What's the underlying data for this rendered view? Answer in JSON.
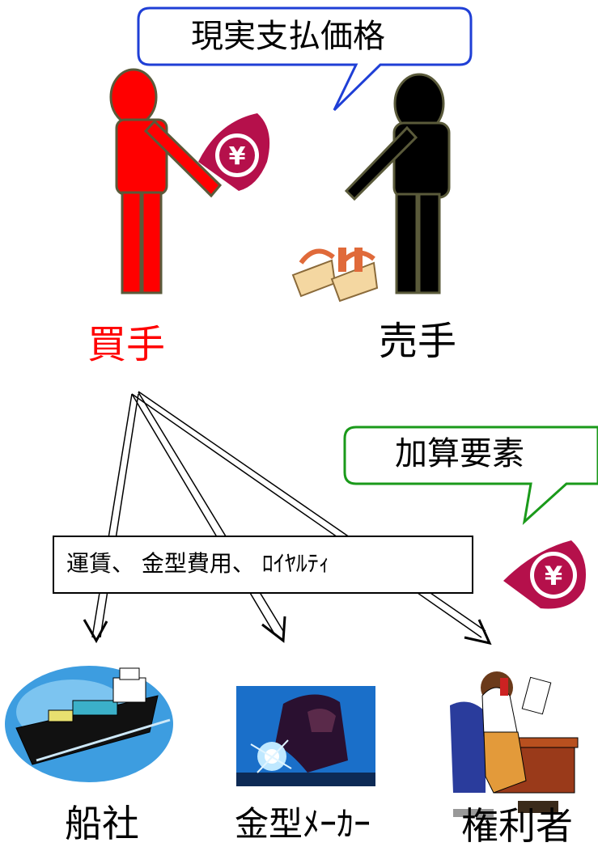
{
  "price_bubble": {
    "text": "現実支払価格"
  },
  "parties": {
    "buyer": {
      "label": "買手",
      "color": "#ff0000"
    },
    "seller": {
      "label": "売手",
      "color": "#000000"
    }
  },
  "addition_bubble": {
    "text": "加算要素"
  },
  "cost_items": {
    "text": "運賃、 金型費用、 ﾛｲﾔﾙﾃｨ"
  },
  "recipients": [
    {
      "label": "船社",
      "icon": "cargo-ship-icon"
    },
    {
      "label": "金型ﾒｰｶｰ",
      "icon": "welder-icon"
    },
    {
      "label": "権利者",
      "icon": "businessman-on-phone-icon"
    }
  ],
  "colors": {
    "price_bubble_border": "#1f3fd6",
    "addition_bubble_border": "#1a9a1a",
    "yen_badge": "#b5104b"
  }
}
